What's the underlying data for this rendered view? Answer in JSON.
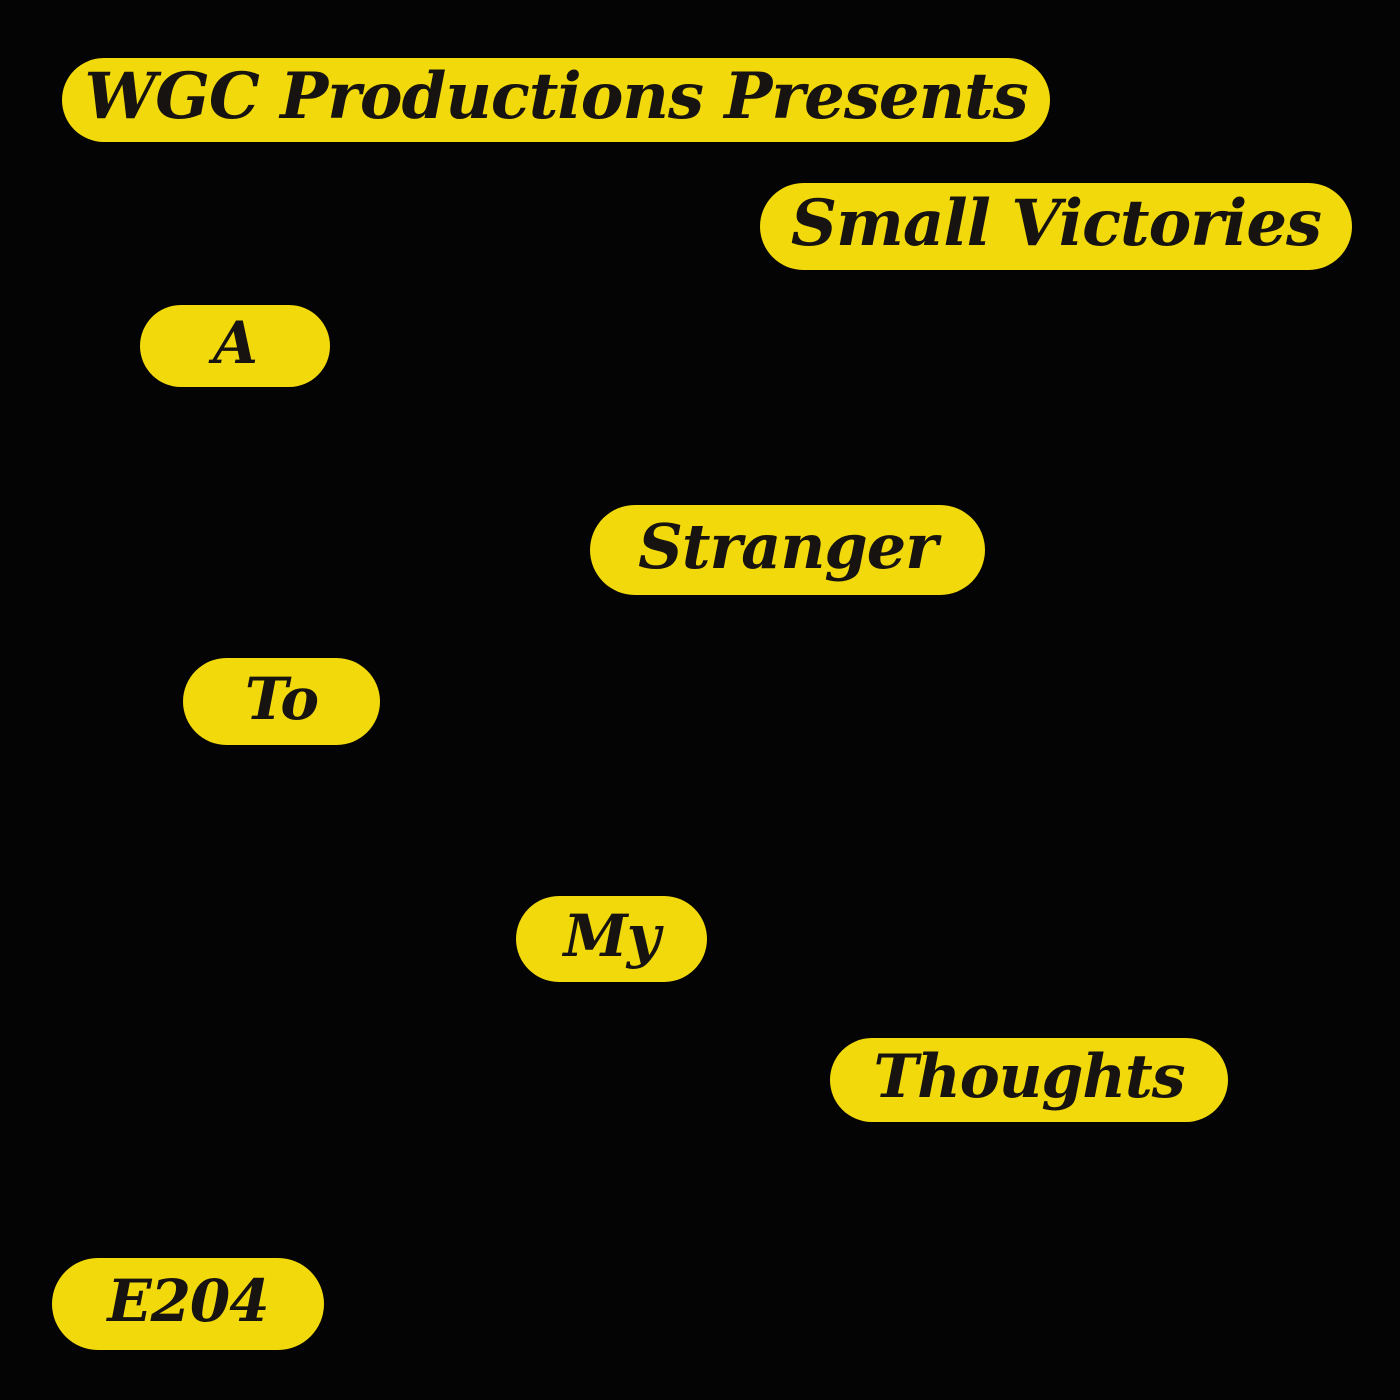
{
  "poster": {
    "colors": {
      "background": "#040404",
      "badge_fill": "#F2D90B",
      "badge_text": "#171310"
    },
    "badges": {
      "presents": "WGC Productions Presents",
      "show_title": "Small Victories",
      "title_word_1": "A",
      "title_word_2": "Stranger",
      "title_word_3": "To",
      "title_word_4": "My",
      "title_word_5": "Thoughts",
      "episode_code": "E204"
    }
  }
}
